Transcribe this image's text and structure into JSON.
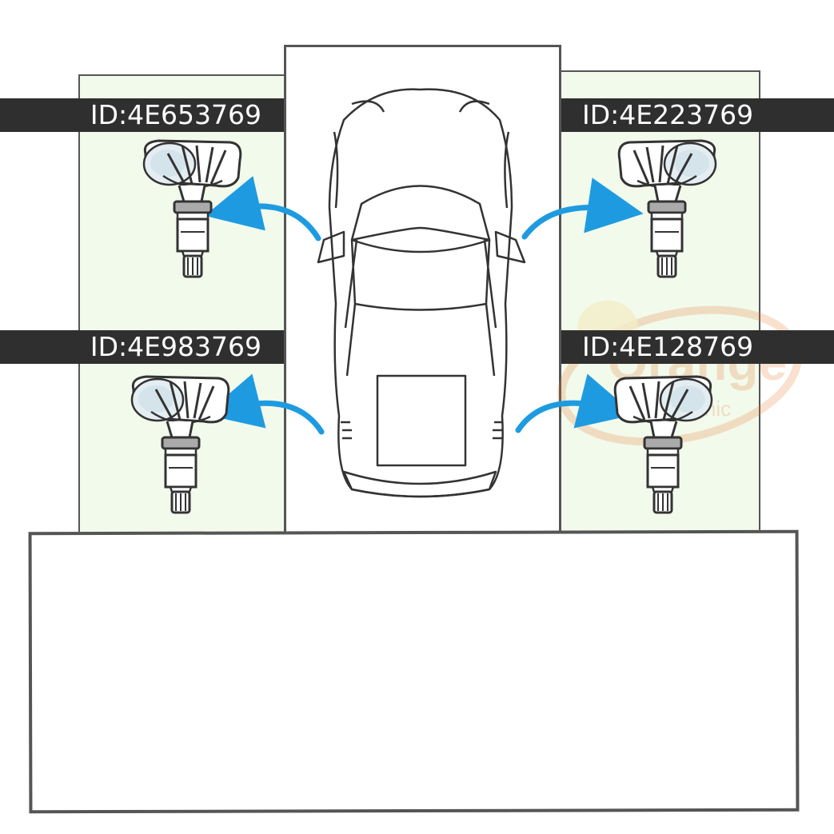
{
  "sensors": {
    "front_left": {
      "id_label": "ID:4E653769"
    },
    "front_right": {
      "id_label": "ID:4E223769"
    },
    "rear_left": {
      "id_label": "ID:4E983769"
    },
    "rear_right": {
      "id_label": "ID:4E128769"
    }
  },
  "watermark": {
    "brand": "Orange",
    "sub": "Electronic"
  },
  "colors": {
    "panel_fill": "#f2faec",
    "id_bar": "#2f2f2f",
    "arrow": "#1e9be0",
    "outline": "#555555",
    "watermark": "#e8742a"
  },
  "icons": {
    "sensor": "tpms-valve-sensor-icon",
    "arrow": "curved-arrow-icon",
    "car": "car-top-view-icon"
  }
}
